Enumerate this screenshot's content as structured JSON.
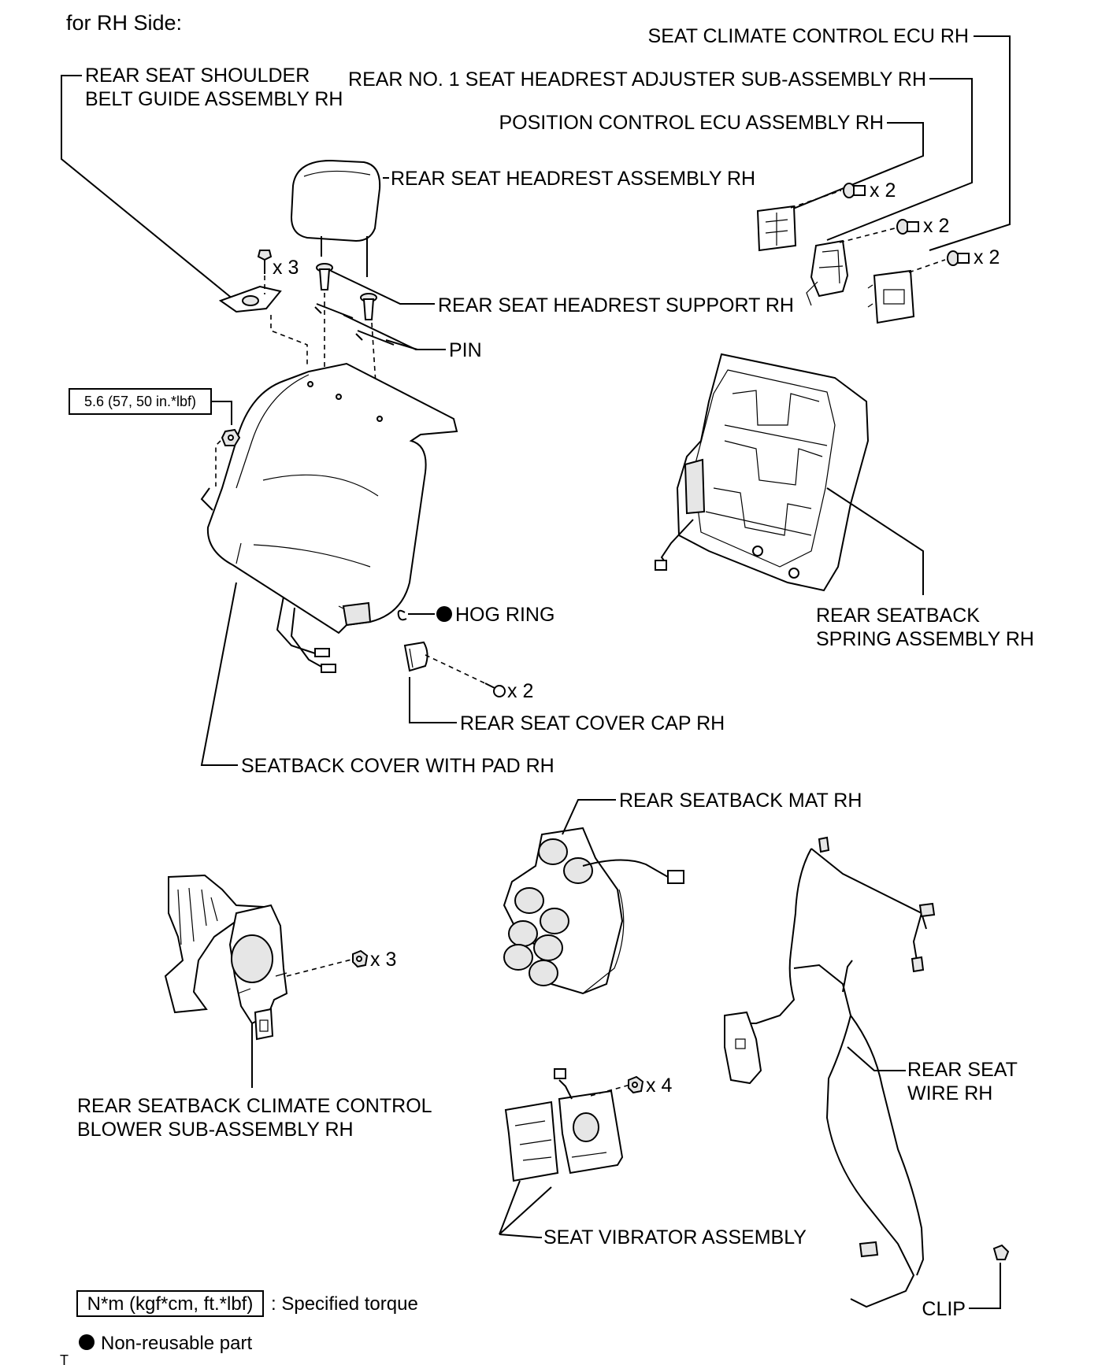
{
  "page": {
    "heading": "for RH Side:",
    "corner_mark": "T"
  },
  "labels": {
    "seat_climate_ecu": "SEAT CLIMATE CONTROL ECU RH",
    "headrest_adjuster": "REAR NO. 1 SEAT HEADREST ADJUSTER SUB-ASSEMBLY RH",
    "position_ecu": "POSITION CONTROL ECU ASSEMBLY RH",
    "belt_guide_line1": "REAR SEAT SHOULDER",
    "belt_guide_line2": "BELT GUIDE ASSEMBLY RH",
    "headrest": "REAR SEAT HEADREST ASSEMBLY RH",
    "headrest_support": "REAR SEAT HEADREST SUPPORT RH",
    "pin": "PIN",
    "hog_ring": "HOG RING",
    "spring_line1": "REAR SEATBACK",
    "spring_line2": "SPRING ASSEMBLY RH",
    "cover_cap": "REAR SEAT COVER CAP RH",
    "seatback_cover": "SEATBACK COVER WITH PAD RH",
    "seatback_mat": "REAR SEATBACK MAT RH",
    "blower_line1": "REAR SEATBACK CLIMATE CONTROL",
    "blower_line2": "BLOWER SUB-ASSEMBLY RH",
    "wire_line1": "REAR SEAT",
    "wire_line2": "WIRE RH",
    "vibrator": "SEAT VIBRATOR ASSEMBLY",
    "clip": "CLIP"
  },
  "quantities": {
    "belt_guide_bolts": "x 3",
    "position_ecu_screws": "x 2",
    "adjuster_screws": "x 2",
    "climate_ecu_screws": "x 2",
    "cover_cap_screws": "x 2",
    "blower_nuts": "x 3",
    "vibrator_nuts": "x 4"
  },
  "torque": {
    "nut_spec": "5.6 (57, 50 in.*lbf)"
  },
  "legend": {
    "torque_unit": "N*m (kgf*cm, ft.*lbf)",
    "torque_desc": ": Specified torque",
    "nonreusable": "Non-reusable part"
  }
}
